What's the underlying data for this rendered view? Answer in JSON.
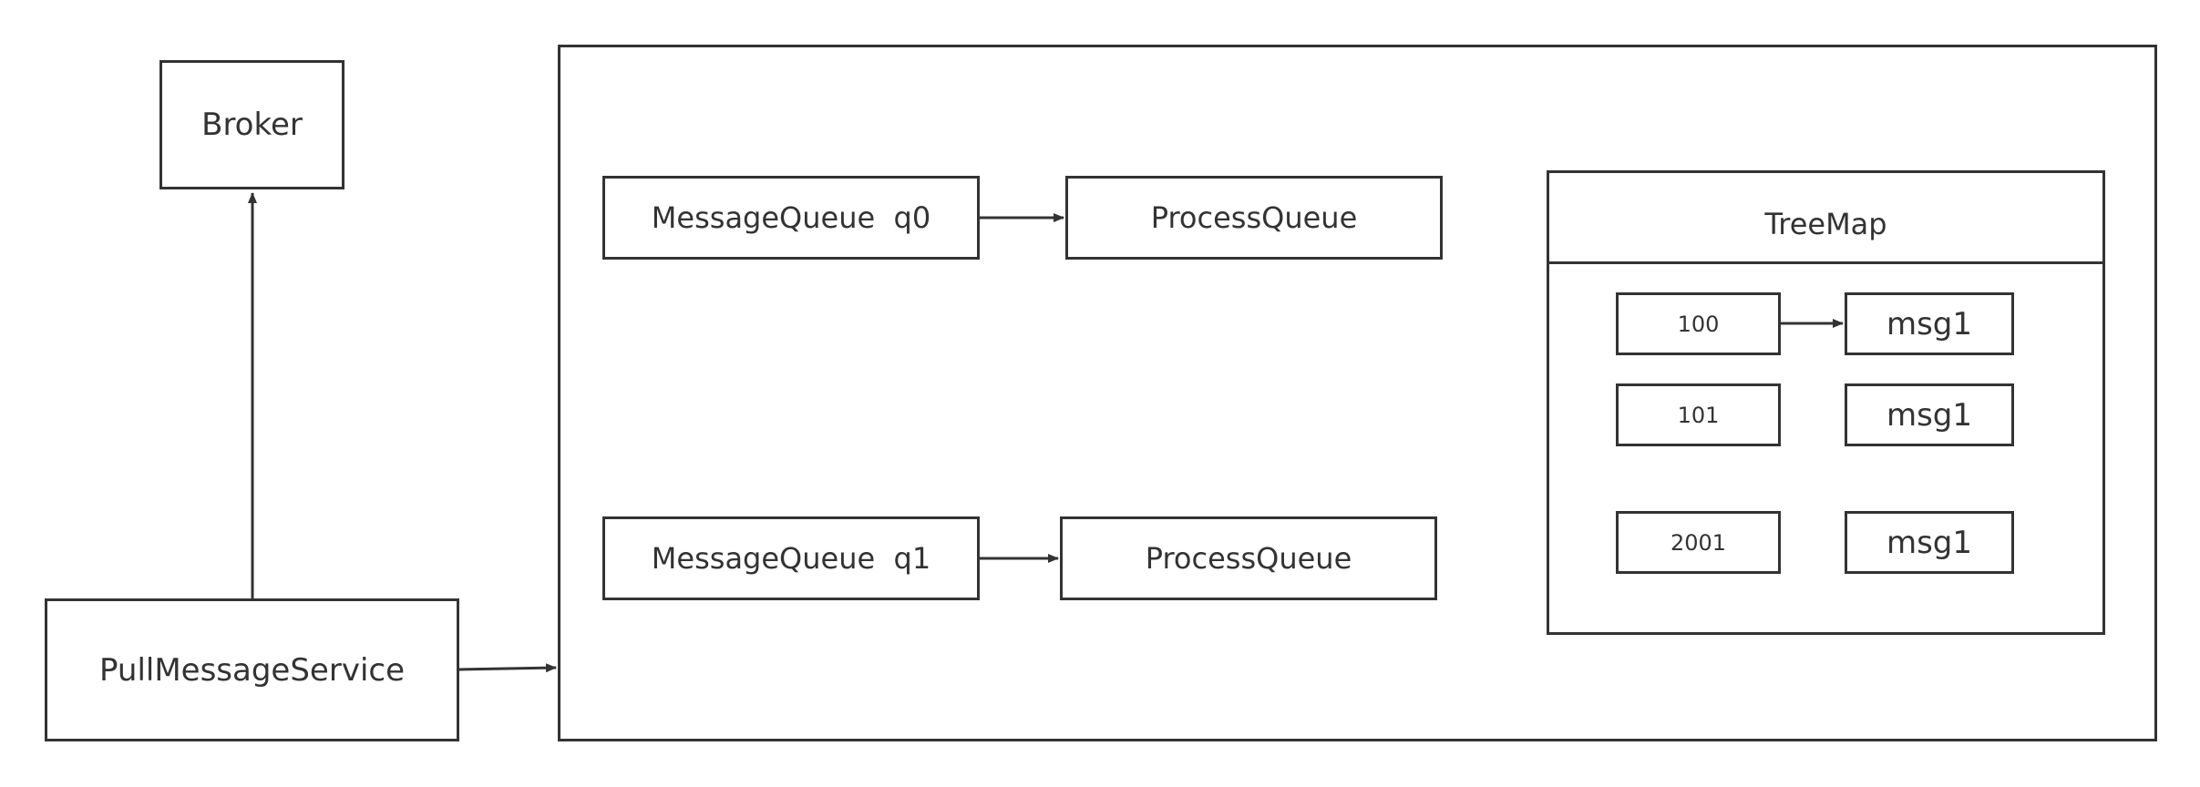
{
  "nodes": {
    "broker": "Broker",
    "pull_message_service": "PullMessageService",
    "mq0": "MessageQueue  q0",
    "pq0": "ProcessQueue",
    "mq1": "MessageQueue  q1",
    "pq1": "ProcessQueue",
    "treemap_title": "TreeMap"
  },
  "treemap_entries": [
    {
      "key": "100",
      "value": "msg1"
    },
    {
      "key": "101",
      "value": "msg1"
    },
    {
      "key": "2001",
      "value": "msg1"
    }
  ],
  "colors": {
    "stroke": "#333333",
    "background": "#ffffff"
  }
}
